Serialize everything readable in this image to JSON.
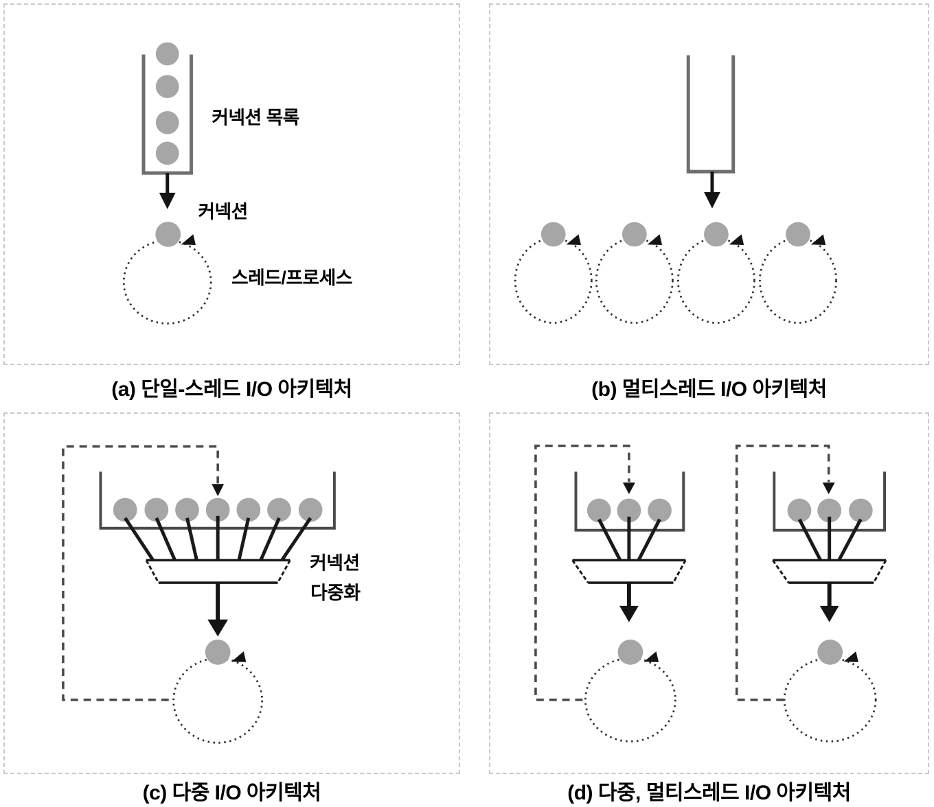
{
  "diagram": {
    "title_visible": false,
    "language": "ko",
    "colors": {
      "ball": "#a6a6a6",
      "container_stroke": "#6e6e6e",
      "container_stroke_dark": "#4a4a4a",
      "arrow": "#141414",
      "loop_dots": "#2e2e2e",
      "feedback_dash": "#4a4a4a",
      "panel_border": "#c9c9c9",
      "text": "#000000",
      "background": "#ffffff"
    },
    "panels": [
      {
        "id": "a",
        "caption": "(a) 단일-스레드 I/O 아키텍처",
        "labels": {
          "connection_list": "커넥션 목록",
          "connection": "커넥션",
          "thread_process": "스레드/프로세스"
        },
        "queued_connections": 4,
        "event_loops": 1
      },
      {
        "id": "b",
        "caption": "(b) 멀티스레드 I/O 아키텍처",
        "queued_connections": 0,
        "event_loops": 4
      },
      {
        "id": "c",
        "caption": "(c) 다중 I/O 아키텍처",
        "labels": {
          "multiplexer_line1": "커넥션",
          "multiplexer_line2": "다중화"
        },
        "queued_connections": 7,
        "event_loops": 1,
        "has_multiplexer": true,
        "has_feedback_loop": true
      },
      {
        "id": "d",
        "caption": "(d) 다중, 멀티스레드 I/O 아키텍처",
        "subdiagrams": 2,
        "queued_connections_per_subdiagram": 3,
        "event_loops_per_subdiagram": 1,
        "has_multiplexer": true,
        "has_feedback_loop": true
      }
    ]
  }
}
